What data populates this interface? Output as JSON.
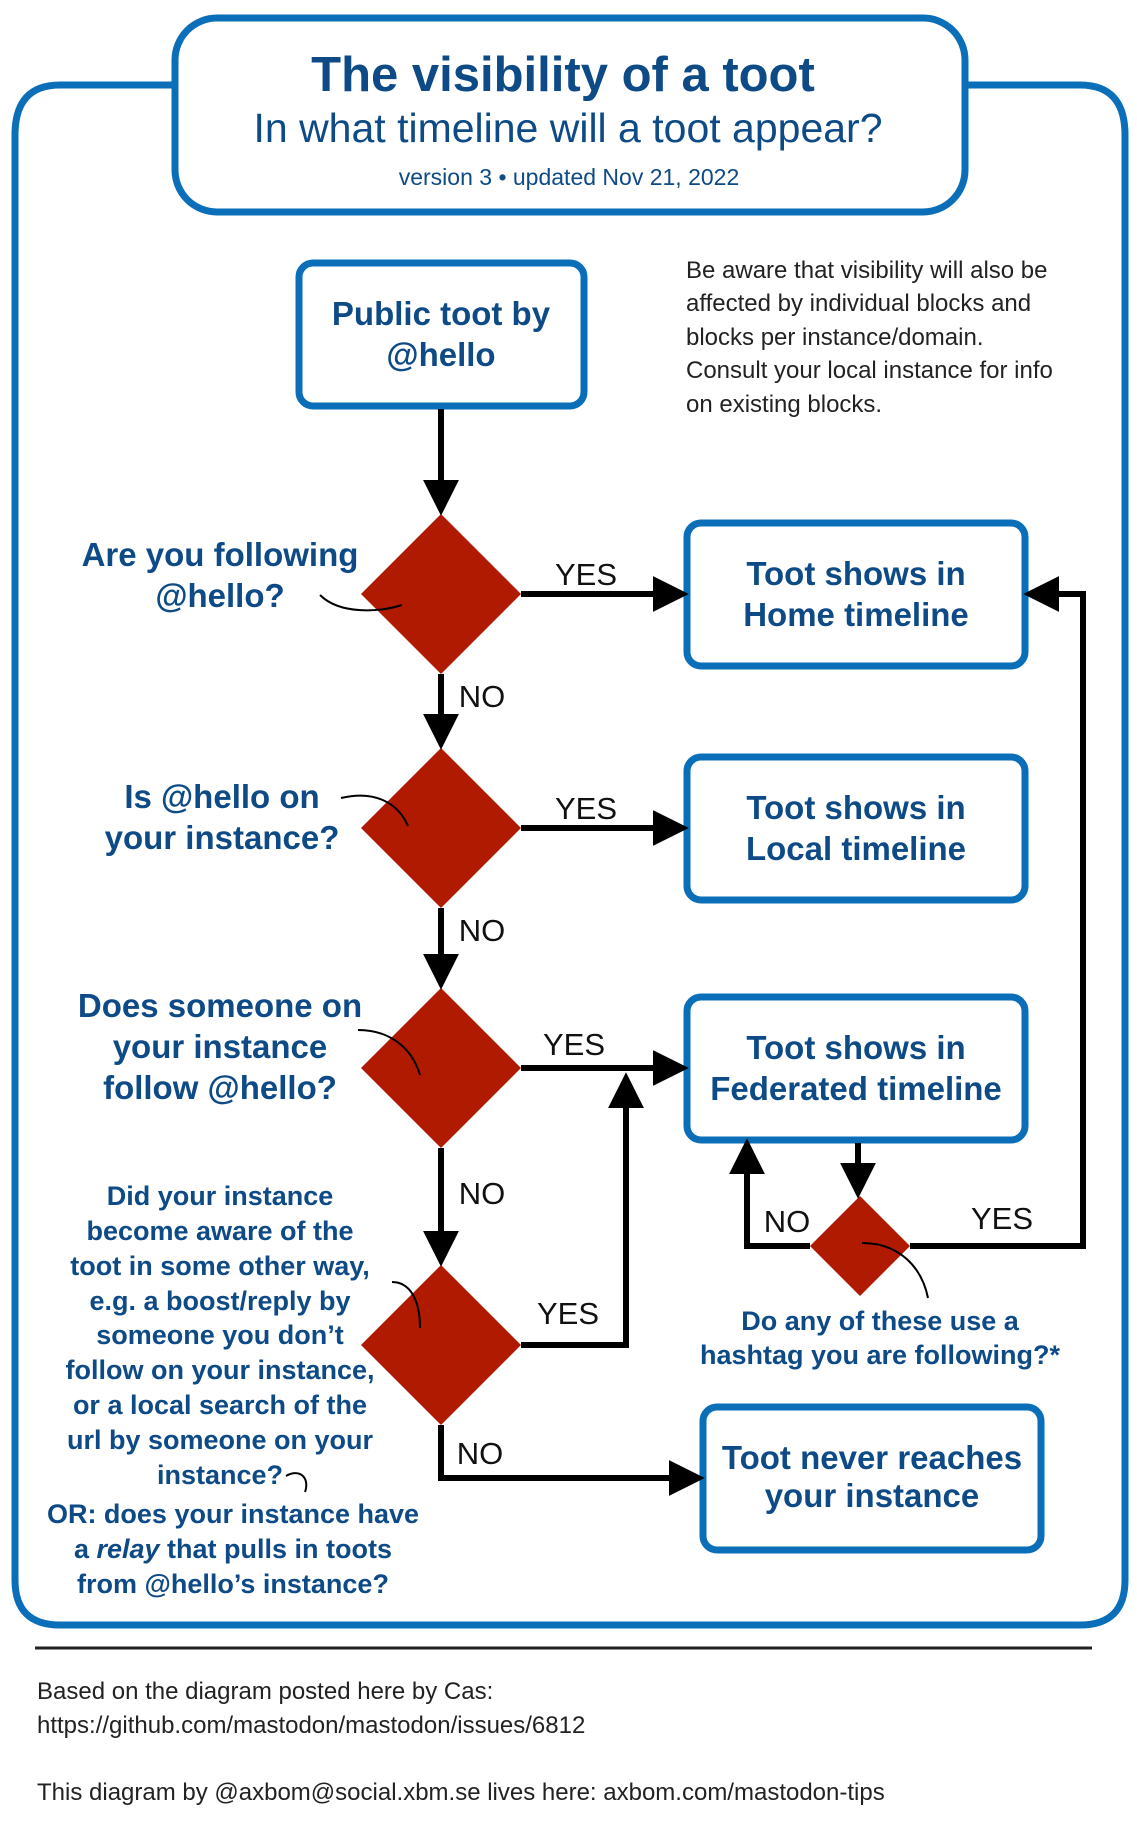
{
  "colors": {
    "frame": "#0a6fb8",
    "text_blue": "#0d4a86",
    "diamond": "#b01a00",
    "arrow": "#000000"
  },
  "header": {
    "title": "The visibility of a toot",
    "subtitle": "In what timeline will a toot appear?",
    "version": "version 3 • updated Nov 21, 2022"
  },
  "note": [
    "Be aware that visibility will also be",
    "affected by individual blocks and",
    "blocks per instance/domain.",
    "Consult your local instance for info",
    "on existing blocks."
  ],
  "start": {
    "lines": [
      "Public toot by",
      "@hello"
    ]
  },
  "questions": {
    "q1": [
      "Are you following",
      "@hello?"
    ],
    "q2": [
      "Is @hello on",
      "your instance?"
    ],
    "q3": [
      "Does someone on",
      "your instance",
      "follow @hello?"
    ],
    "q4": [
      "Did your instance",
      "become aware of the",
      "toot in some other way,",
      "e.g. a boost/reply by",
      "someone you don’t",
      "follow on your instance,",
      "or a local search of the",
      "url by someone on your",
      "instance?"
    ],
    "q4_or": {
      "line1": "OR: does your instance have",
      "line2_a": "a ",
      "line2_relay": "relay",
      "line2_b": " that pulls in toots",
      "line3": "from @hello’s instance?"
    },
    "q5": [
      "Do any of these use a",
      "hashtag you are following?*"
    ]
  },
  "outcomes": {
    "home": [
      "Toot shows in",
      "Home timeline"
    ],
    "local": [
      "Toot shows in",
      "Local timeline"
    ],
    "federated": [
      "Toot shows in",
      "Federated timeline"
    ],
    "never": [
      "Toot never reaches",
      "your instance"
    ]
  },
  "edge_labels": {
    "yes": "YES",
    "no": "NO"
  },
  "footer": {
    "credit_line1": "Based on the diagram posted here by Cas:",
    "credit_line2": "https://github.com/mastodon/mastodon/issues/6812",
    "home_line": "This diagram by @axbom@social.xbm.se lives here: axbom.com/mastodon-tips"
  }
}
